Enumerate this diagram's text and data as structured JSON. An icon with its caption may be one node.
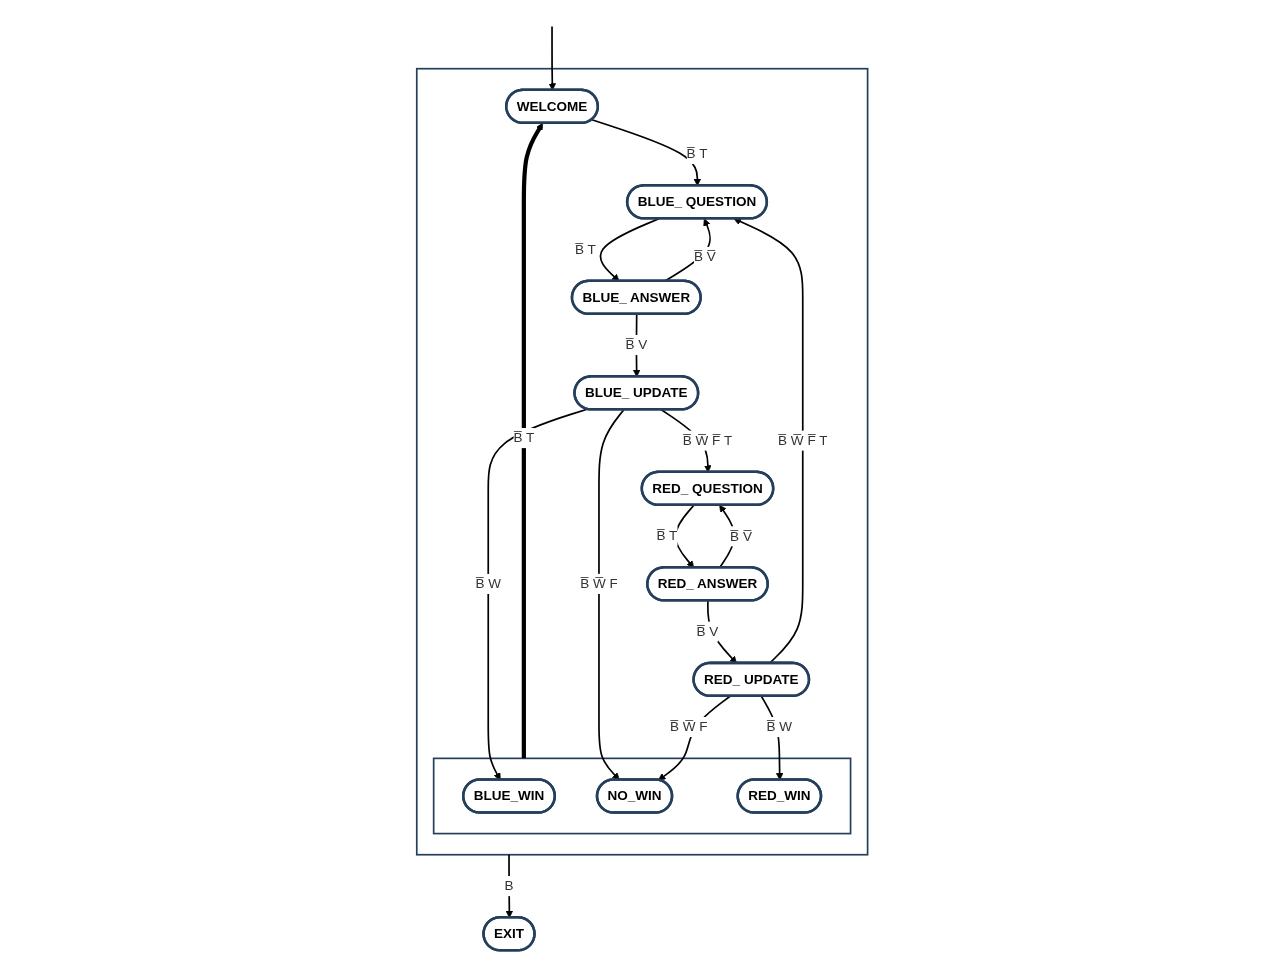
{
  "diagram": {
    "nodes": [
      {
        "text": [],
        "shape": "box"
      },
      {
        "text": [
          "WELCOME"
        ],
        "in": 0
      },
      {
        "text": [
          "BLUE_ QUESTION"
        ],
        "in": 0
      },
      {
        "text": [],
        "shape": "box",
        "in": 0
      },
      {
        "text": [
          "BLUE_WIN"
        ],
        "in": 3
      },
      {
        "text": [
          "BLUE_ UPDATE"
        ],
        "in": 0
      },
      {
        "text": [
          "BLUE_ ANSWER"
        ],
        "in": 0
      },
      {
        "text": [
          "NO_WIN"
        ],
        "in": 3
      },
      {
        "text": [
          "RED_ QUESTION"
        ],
        "in": 0
      },
      {
        "text": [
          "RED_WIN"
        ],
        "in": 3
      },
      {
        "text": [
          "RED_ UPDATE"
        ],
        "in": 0
      },
      {
        "text": [
          "RED_ ANSWER"
        ],
        "in": 0
      },
      {
        "text": [
          "EXIT"
        ]
      }
    ],
    "edges": [
      {
        "from": null,
        "to": 1,
        "arrow": "to"
      },
      {
        "from": 3,
        "to": 1,
        "arrow": "to",
        "label": "B̅ T",
        "style": "thick"
      },
      {
        "from": 1,
        "to": 2,
        "arrow": "to",
        "label": "B̅ T"
      },
      {
        "from": 2,
        "to": 6,
        "arrow": "to",
        "label": "B̅ T"
      },
      {
        "from": 6,
        "to": 2,
        "arrow": "to",
        "label": "B̅ V̅"
      },
      {
        "from": 6,
        "to": 5,
        "arrow": "to",
        "label": "B̅ V"
      },
      {
        "from": 5,
        "to": 4,
        "arrow": "to",
        "label": "B̅ W"
      },
      {
        "from": 5,
        "to": 7,
        "arrow": "to",
        "label": "B̅ W̅ F"
      },
      {
        "from": 5,
        "to": 8,
        "arrow": "to",
        "label": "B̅ W̅ F̅ T"
      },
      {
        "from": 8,
        "to": 11,
        "arrow": "to",
        "label": "B̅ T"
      },
      {
        "from": 11,
        "to": 8,
        "arrow": "to",
        "label": "B̅ V̅"
      },
      {
        "from": 11,
        "to": 10,
        "arrow": "to",
        "label": "B̅ V"
      },
      {
        "from": 10,
        "to": 7,
        "arrow": "to",
        "label": "B̅ W̅ F"
      },
      {
        "from": 10,
        "to": 9,
        "arrow": "to",
        "label": "B̅ W"
      },
      {
        "from": 10,
        "to": 2,
        "arrow": "to",
        "label": "B̅ W̅ F̅ T"
      },
      {
        "from": 0,
        "to": 12,
        "arrow": "to",
        "label": "B"
      }
    ]
  }
}
